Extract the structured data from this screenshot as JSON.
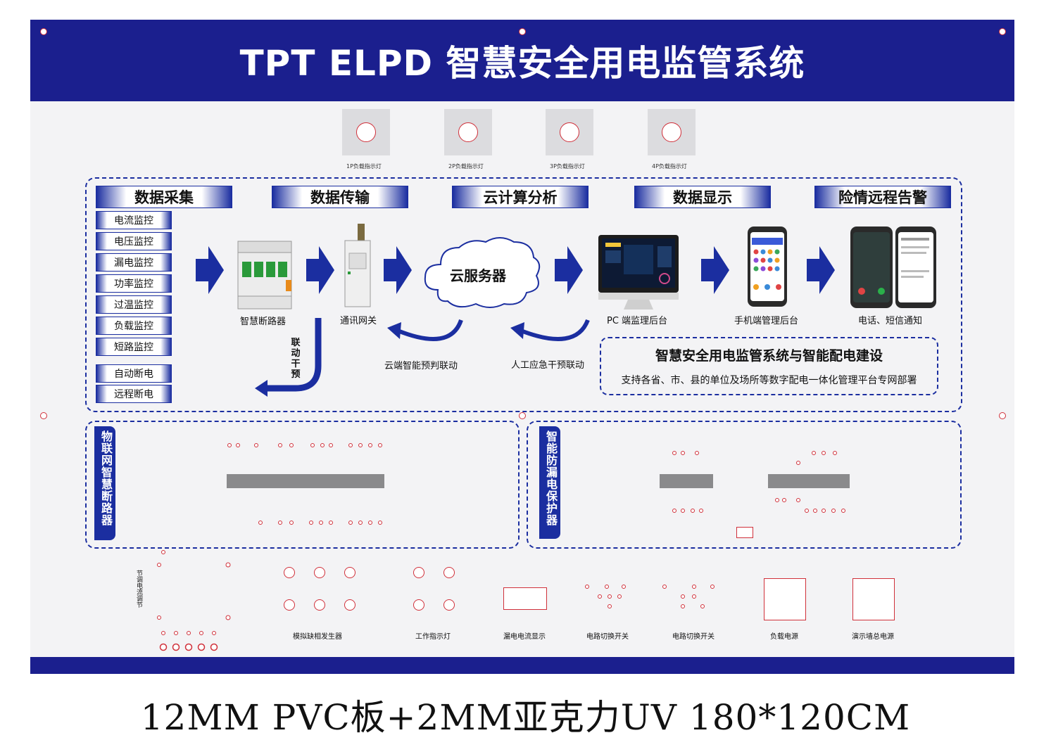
{
  "header": {
    "title": "TPT ELPD 智慧安全用电监管系统"
  },
  "indicator_lamps": [
    "1P负载指示灯",
    "2P负载指示灯",
    "3P负载指示灯",
    "4P负载指示灯"
  ],
  "sections": {
    "data_collection": "数据采集",
    "data_transfer": "数据传输",
    "cloud": "云计算分析",
    "display": "数据显示",
    "alarm": "险情远程告警"
  },
  "monitor_items": [
    "电流监控",
    "电压监控",
    "漏电监控",
    "功率监控",
    "过温监控",
    "负载监控",
    "短路监控"
  ],
  "control_items": [
    "自动断电",
    "远程断电"
  ],
  "devices": {
    "breaker": "智慧断路器",
    "gateway": "通讯网关",
    "cloud_server": "云服务器",
    "pc": "PC 端监理后台",
    "mobile": "手机端管理后台",
    "phone_sms": "电话、短信通知"
  },
  "linkage": {
    "manual": "联动干预",
    "cloud_predict": "云端智能预判联动",
    "manual_emergency": "人工应急干预联动"
  },
  "info_box": {
    "title": "智慧安全用电监管系统与智能配电建设",
    "subtitle": "支持各省、市、县的单位及场所等数字配电一体化管理平台专网部署"
  },
  "panels": {
    "iot_breaker": "物联网智慧断路器",
    "leak_protector": "智能防漏电保护器"
  },
  "bottom_modules": {
    "regulator": "节调电流调节",
    "phase_gen": "模拟缺相发生器",
    "work_lamp": "工作指示灯",
    "leak_display": "漏电电流显示",
    "switch1": "电路切换开关",
    "switch2": "电路切换开关",
    "load_power": "负载电源",
    "demo_power": "演示墙总电源"
  },
  "caption": "12MM PVC板+2MM亚克力UV 180*120CM",
  "colors": {
    "navy": "#1b1f8e",
    "accent_blue": "#1b2ea0",
    "red": "#d0303a"
  }
}
